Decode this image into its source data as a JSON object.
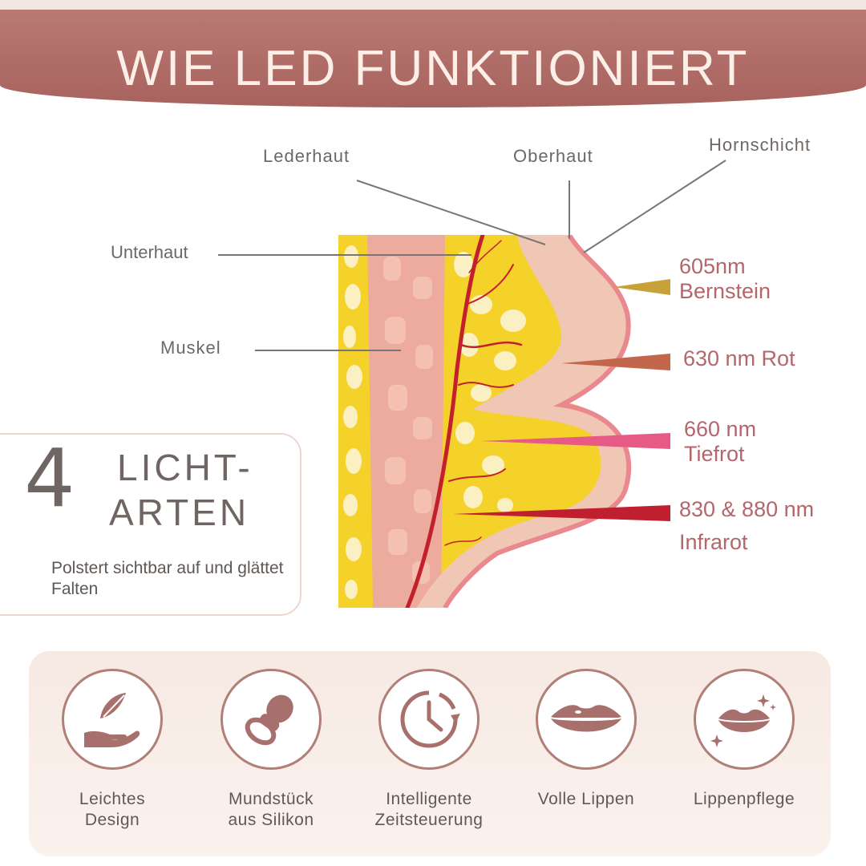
{
  "banner": {
    "title": "WIE LED FUNKTIONIERT"
  },
  "layers": {
    "lederhaut": "Lederhaut",
    "oberhaut": "Oberhaut",
    "hornschicht": "Hornschicht",
    "unterhaut": "Unterhaut",
    "muskel": "Muskel"
  },
  "wavelengths": [
    {
      "line1": "605nm",
      "line2": "Bernstein",
      "color": "#c6a238"
    },
    {
      "line1": "630 nm Rot",
      "line2": "",
      "color": "#c2674c"
    },
    {
      "line1": "660 nm",
      "line2": "Tiefrot",
      "color": "#e85a86"
    },
    {
      "line1": "830 & 880 nm",
      "line2": "Infrarot",
      "color": "#bf1f2e"
    }
  ],
  "info_card": {
    "count": "4",
    "title_line1": "LICHT-",
    "title_line2": "ARTEN",
    "description": "Polstert sichtbar auf und glättet Falten"
  },
  "features": [
    {
      "icon": "feather-hand-icon",
      "line1": "Leichtes",
      "line2": "Design"
    },
    {
      "icon": "pacifier-icon",
      "line1": "Mundstück",
      "line2": "aus Silikon"
    },
    {
      "icon": "clock-timer-icon",
      "line1": "Intelligente",
      "line2": "Zeitsteuerung"
    },
    {
      "icon": "lips-icon",
      "line1": "Volle Lippen",
      "line2": ""
    },
    {
      "icon": "lips-sparkle-icon",
      "line1": "Lippenpflege",
      "line2": ""
    }
  ],
  "colors": {
    "banner": "#a8625d",
    "accent": "#b5666a",
    "icon": "#a8706c",
    "fat": "#f5d22a",
    "muscle": "#ecab9c",
    "skin": "#f0c6b4"
  }
}
